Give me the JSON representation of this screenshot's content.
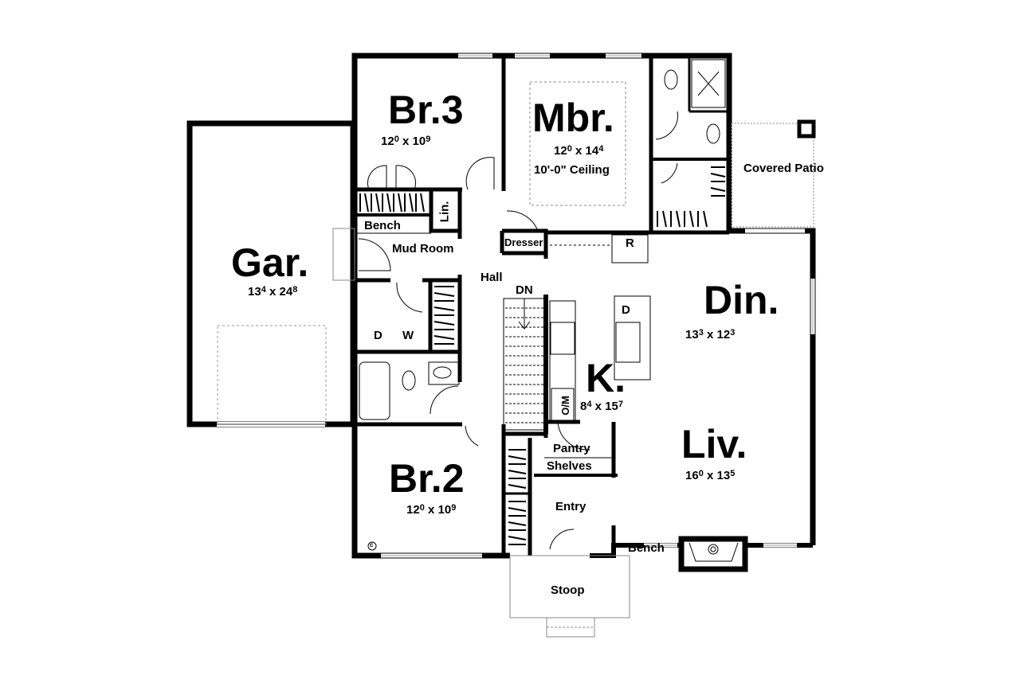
{
  "plan": {
    "rooms": {
      "br3": {
        "name": "Br.3",
        "w": "12",
        "w_in": "0",
        "sep": "x",
        "d": "10",
        "d_in": "9"
      },
      "mbr": {
        "name": "Mbr.",
        "w": "12",
        "w_in": "0",
        "sep": "x",
        "d": "14",
        "d_in": "4",
        "note": "10'-0\" Ceiling"
      },
      "gar": {
        "name": "Gar.",
        "w": "13",
        "w_in": "4",
        "sep": "x",
        "d": "24",
        "d_in": "8"
      },
      "din": {
        "name": "Din.",
        "w": "13",
        "w_in": "3",
        "sep": "x",
        "d": "12",
        "d_in": "3"
      },
      "kit": {
        "name": "K.",
        "w": "8",
        "w_in": "4",
        "sep": "x",
        "d": "15",
        "d_in": "7"
      },
      "liv": {
        "name": "Liv.",
        "w": "16",
        "w_in": "0",
        "sep": "x",
        "d": "13",
        "d_in": "5"
      },
      "br2": {
        "name": "Br.2",
        "w": "12",
        "w_in": "0",
        "sep": "x",
        "d": "10",
        "d_in": "9"
      }
    },
    "labels": {
      "covered_patio": "Covered Patio",
      "bench_mud": "Bench",
      "linen": "Lin.",
      "mud_room": "Mud Room",
      "hall": "Hall",
      "dn": "DN",
      "dresser": "Dresser",
      "fridge": "R",
      "dishwasher": "D",
      "oven_micro": "O/M",
      "dryer": "D",
      "washer": "W",
      "pantry": "Pantry",
      "shelves": "Shelves",
      "entry": "Entry",
      "bench_liv": "Bench",
      "stoop": "Stoop",
      "copyright": "c"
    }
  }
}
